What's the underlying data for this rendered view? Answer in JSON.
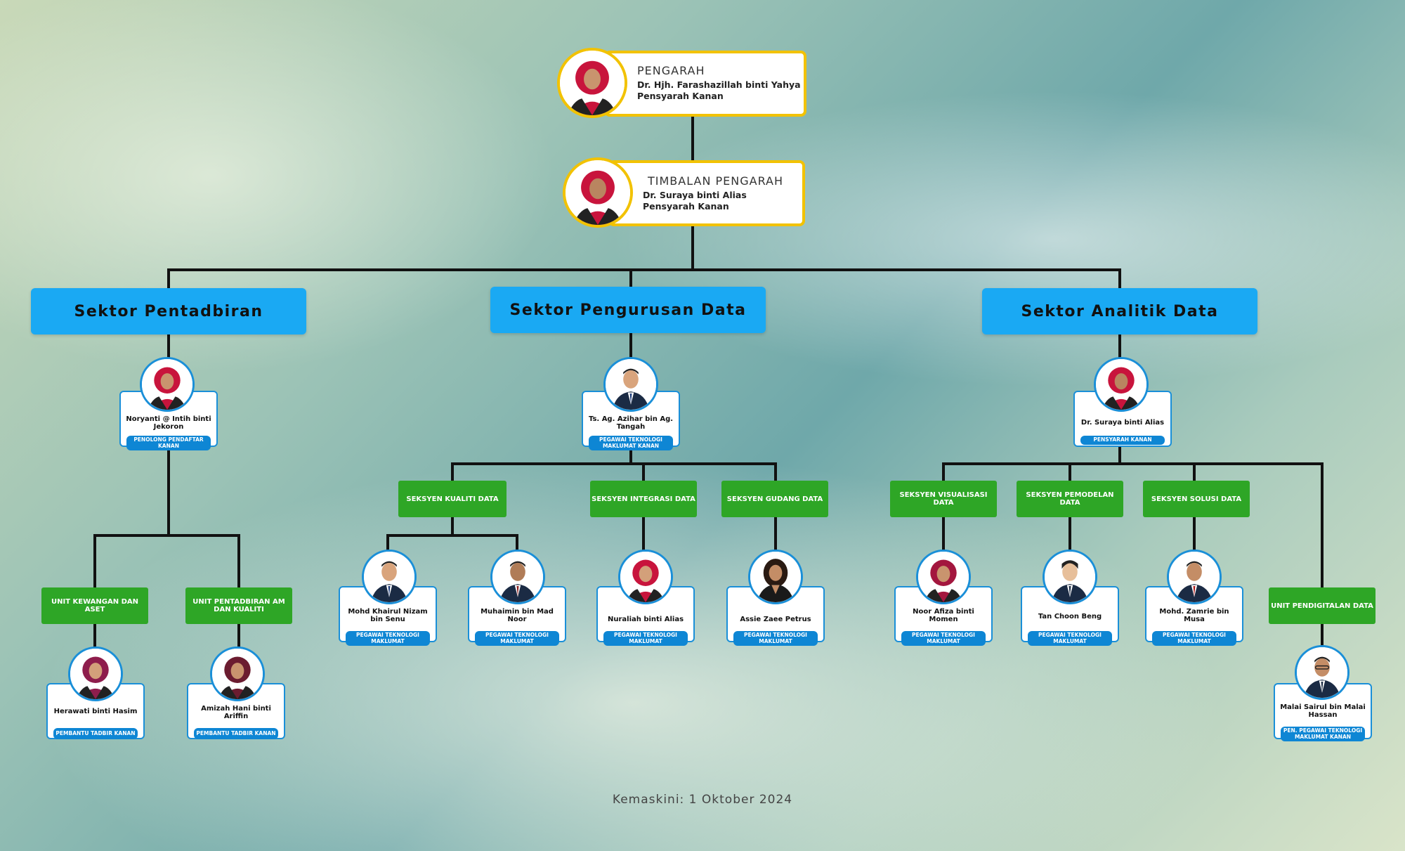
{
  "top": {
    "director": {
      "title": "PENGARAH",
      "name": "Dr. Hjh. Farashazillah binti Yahya",
      "role": "Pensyarah Kanan"
    },
    "deputy": {
      "title": "TIMBALAN PENGARAH",
      "name": "Dr. Suraya binti Alias",
      "role": "Pensyarah Kanan"
    }
  },
  "sectors": {
    "admin": "Sektor Pentadbiran",
    "data_mgmt": "Sektor Pengurusan Data",
    "analytics": "Sektor Analitik Data"
  },
  "sections": {
    "kewangan": "UNIT KEWANGAN DAN ASET",
    "pentadbiran_am": "UNIT PENTADBIRAN AM DAN KUALITI",
    "kualiti": "SEKSYEN KUALITI DATA",
    "integrasi": "SEKSYEN INTEGRASI DATA",
    "gudang": "SEKSYEN GUDANG DATA",
    "visualisasi": "SEKSYEN VISUALISASI DATA",
    "pemodelan": "SEKSYEN PEMODELAN DATA",
    "solusi": "SEKSYEN SOLUSI DATA",
    "pendigitalan": "UNIT PENDIGITALAN DATA"
  },
  "people": {
    "noryanti": {
      "name": "Noryanti @ Intih binti Jekoron",
      "role": "PENOLONG PENDAFTAR KANAN"
    },
    "azihar": {
      "name": "Ts. Ag. Azihar bin Ag. Tangah",
      "role": "PEGAWAI TEKNOLOGI MAKLUMAT KANAN"
    },
    "suraya": {
      "name": "Dr. Suraya binti Alias",
      "role": "PENSYARAH KANAN"
    },
    "herawati": {
      "name": "Herawati binti Hasim",
      "role": "PEMBANTU TADBIR KANAN"
    },
    "amizah": {
      "name": "Amizah Hani binti Ariffin",
      "role": "PEMBANTU TADBIR KANAN"
    },
    "khairul": {
      "name": "Mohd Khairul Nizam bin Senu",
      "role": "PEGAWAI TEKNOLOGI MAKLUMAT"
    },
    "muhaimin": {
      "name": "Muhaimin bin Mad Noor",
      "role": "PEGAWAI TEKNOLOGI MAKLUMAT"
    },
    "nuraliah": {
      "name": "Nuraliah binti Alias",
      "role": "PEGAWAI TEKNOLOGI MAKLUMAT"
    },
    "assie": {
      "name": "Assie Zaee Petrus",
      "role": "PEGAWAI TEKNOLOGI MAKLUMAT"
    },
    "noorafiza": {
      "name": "Noor Afiza binti Momen",
      "role": "PEGAWAI TEKNOLOGI MAKLUMAT"
    },
    "tan": {
      "name": "Tan Choon Beng",
      "role": "PEGAWAI TEKNOLOGI MAKLUMAT"
    },
    "zamrie": {
      "name": "Mohd. Zamrie bin Musa",
      "role": "PEGAWAI TEKNOLOGI MAKLUMAT"
    },
    "malai": {
      "name": "Malai Sairul bin Malai Hassan",
      "role": "PEN. PEGAWAI TEKNOLOGI MAKLUMAT KANAN"
    }
  },
  "footer": "Kemaskini: 1 Oktober 2024",
  "colors": {
    "sector": "#1aa9f3",
    "section": "#2ea626",
    "badge": "#0e86d4",
    "top_border": "#f2c200"
  }
}
